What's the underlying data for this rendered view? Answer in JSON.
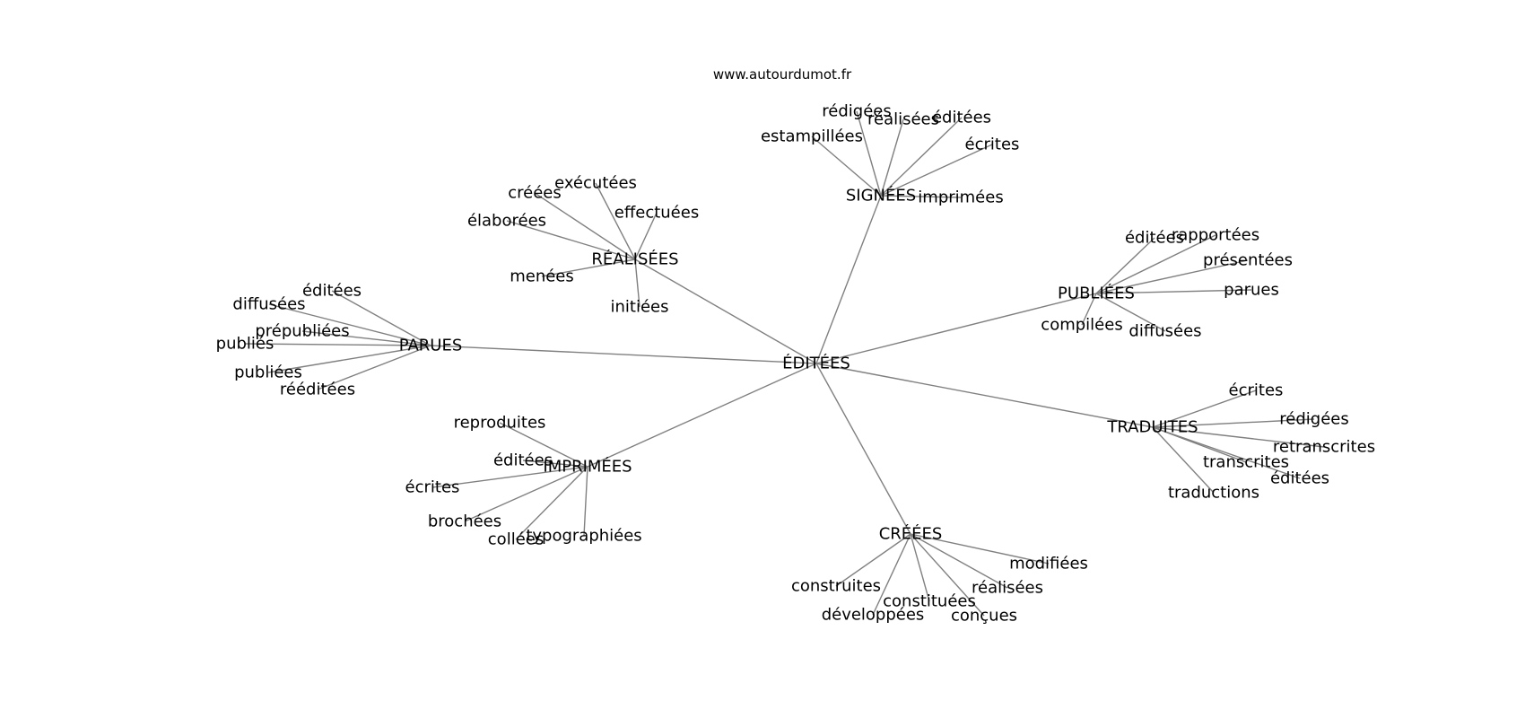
{
  "site": "www.autourdumot.fr",
  "colors": {
    "edge": "#808080",
    "text": "#000000",
    "background": "#ffffff"
  },
  "center": "ÉDITÉES",
  "hubs": [
    {
      "id": "signees",
      "label": "SIGNÉES",
      "children": [
        "rédigées",
        "réalisées",
        "éditées",
        "écrites",
        "estampillées",
        "imprimées"
      ]
    },
    {
      "id": "realisees",
      "label": "RÉALISÉES",
      "children": [
        "exécutées",
        "créées",
        "effectuées",
        "élaborées",
        "menées",
        "initiées"
      ]
    },
    {
      "id": "publiees",
      "label": "PUBLIÉES",
      "children": [
        "éditées",
        "rapportées",
        "présentées",
        "parues",
        "compilées",
        "diffusées"
      ]
    },
    {
      "id": "parues",
      "label": "PARUES",
      "children": [
        "éditées",
        "diffusées",
        "prépubliées",
        "publiés",
        "publiées",
        "rééditées"
      ]
    },
    {
      "id": "traduites",
      "label": "TRADUITES",
      "children": [
        "écrites",
        "rédigées",
        "retranscrites",
        "transcrites",
        "éditées",
        "traductions"
      ]
    },
    {
      "id": "imprimees",
      "label": "IMPRIMÉES",
      "children": [
        "reproduites",
        "éditées",
        "écrites",
        "brochées",
        "collées",
        "typographiées"
      ]
    },
    {
      "id": "creees",
      "label": "CRÉÉES",
      "children": [
        "modifiées",
        "construites",
        "réalisées",
        "constituées",
        "développées",
        "conçues"
      ]
    }
  ]
}
